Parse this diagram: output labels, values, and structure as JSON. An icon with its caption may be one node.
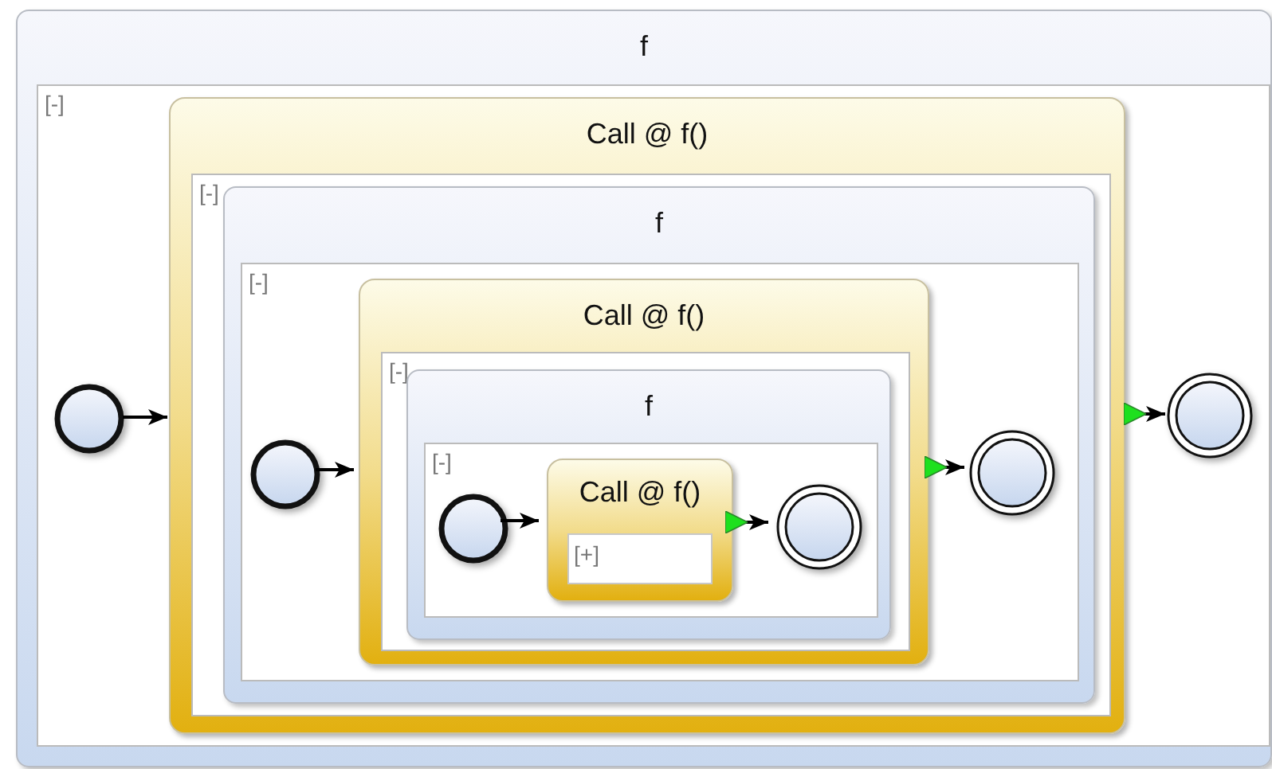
{
  "diagram": {
    "nodes": [
      {
        "text": [
          "f",
          "[-]"
        ]
      },
      {
        "text": [],
        "shape": "circle",
        "in": 0
      },
      {
        "text": [
          "Call @ f()",
          "[-]"
        ],
        "in": 0
      },
      {
        "text": [
          "f",
          "[-]"
        ],
        "in": 2
      },
      {
        "text": [],
        "shape": "circle",
        "in": 3
      },
      {
        "text": [
          "Call @ f()",
          "[-]"
        ],
        "in": 3
      },
      {
        "text": [
          "f",
          "[-]"
        ],
        "in": 5
      },
      {
        "text": [],
        "shape": "circle",
        "in": 6
      },
      {
        "text": [
          "Call @ f()",
          "[+]"
        ],
        "in": 6
      },
      {
        "text": [],
        "shape": "circle",
        "in": 6
      },
      {
        "text": [],
        "shape": "circle",
        "in": 3
      },
      {
        "text": [],
        "shape": "circle",
        "in": 0
      }
    ],
    "edges": [
      {
        "from": 1,
        "to": 2,
        "arrow": "to"
      },
      {
        "from": 4,
        "to": 5,
        "arrow": "to"
      },
      {
        "from": 7,
        "to": 8,
        "arrow": "to"
      },
      {
        "from": 8,
        "to": 9,
        "arrow": "to"
      },
      {
        "from": 5,
        "to": 10,
        "arrow": "to"
      },
      {
        "from": 2,
        "to": 11,
        "arrow": "to"
      }
    ]
  }
}
